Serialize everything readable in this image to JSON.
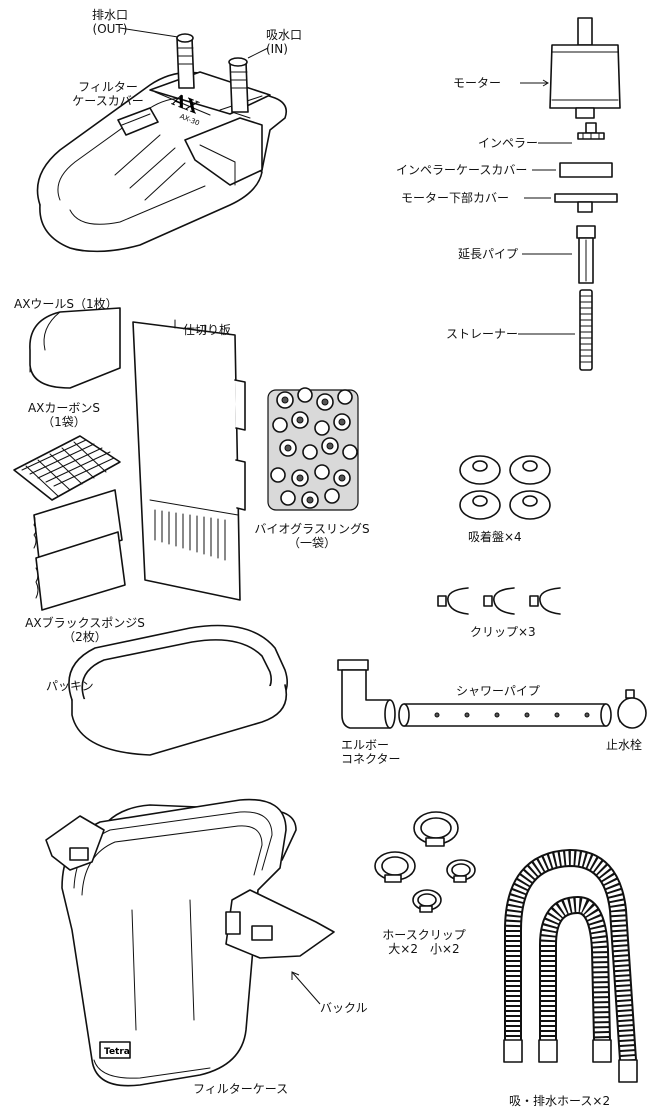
{
  "labels": {
    "outlet": "排水口\n(OUT)",
    "inlet": "吸水口\n(IN)",
    "filter_case_cover": "フィルター\nケースカバー",
    "motor": "モーター",
    "impeller": "インペラー",
    "impeller_case_cover": "インペラーケースカバー",
    "motor_lower_cover": "モーター下部カバー",
    "extension_pipe": "延長パイプ",
    "strainer": "ストレーナー",
    "wool": "AXウールS（1枚）",
    "partition": "仕切り板",
    "carbon": "AXカーボンS\n（1袋）",
    "bio_ring": "バイオグラスリングS\n（一袋）",
    "suction_cup": "吸着盤×4",
    "clip": "クリップ×3",
    "sponge": "AXブラックスポンジS\n（2枚）",
    "packing": "パッキン",
    "shower_pipe": "シャワーパイプ",
    "elbow_connector": "エルボー\nコネクター",
    "stopcock": "止水栓",
    "hose_clip": "ホースクリップ\n大×2　小×2",
    "buckle": "バックル",
    "filter_case": "フィルターケース",
    "hoses": "吸・排水ホース×2"
  },
  "cover_brand": "AX",
  "cover_model": "AX-30",
  "case_brand": "Tetra"
}
